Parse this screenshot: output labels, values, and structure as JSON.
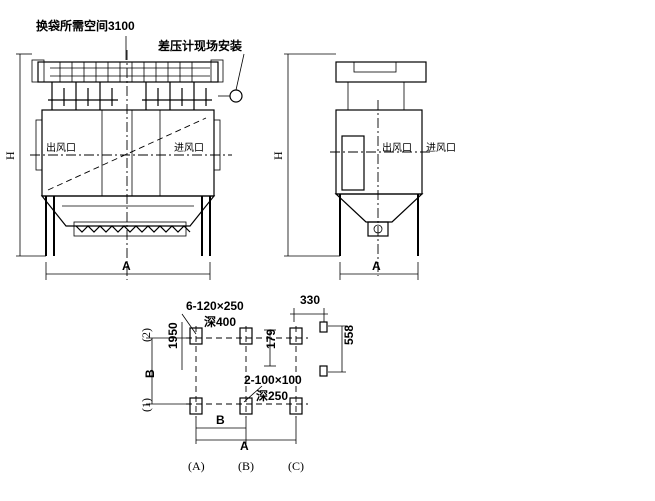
{
  "annotations": {
    "bag_space": "换袋所需空间3100",
    "diff_pressure": "差压计现场安装",
    "outlet": "出风口",
    "inlet": "进风口"
  },
  "dims": {
    "H_left": "H",
    "H_right": "H",
    "A_left": "A",
    "A_right": "A",
    "d330": "330",
    "d558": "558",
    "d179": "179",
    "d1950": "1950",
    "opening_top": "6-120×250",
    "depth_top": "深400",
    "opening_bottom": "2-100×100",
    "depth_bottom": "深250",
    "B_vertical": "B",
    "B_horizontal": "B",
    "A_horizontal": "A"
  },
  "axes": {
    "row2": "(2)",
    "row1": "(1)",
    "colA": "(A)",
    "colB": "(B)",
    "colC": "(C)"
  }
}
